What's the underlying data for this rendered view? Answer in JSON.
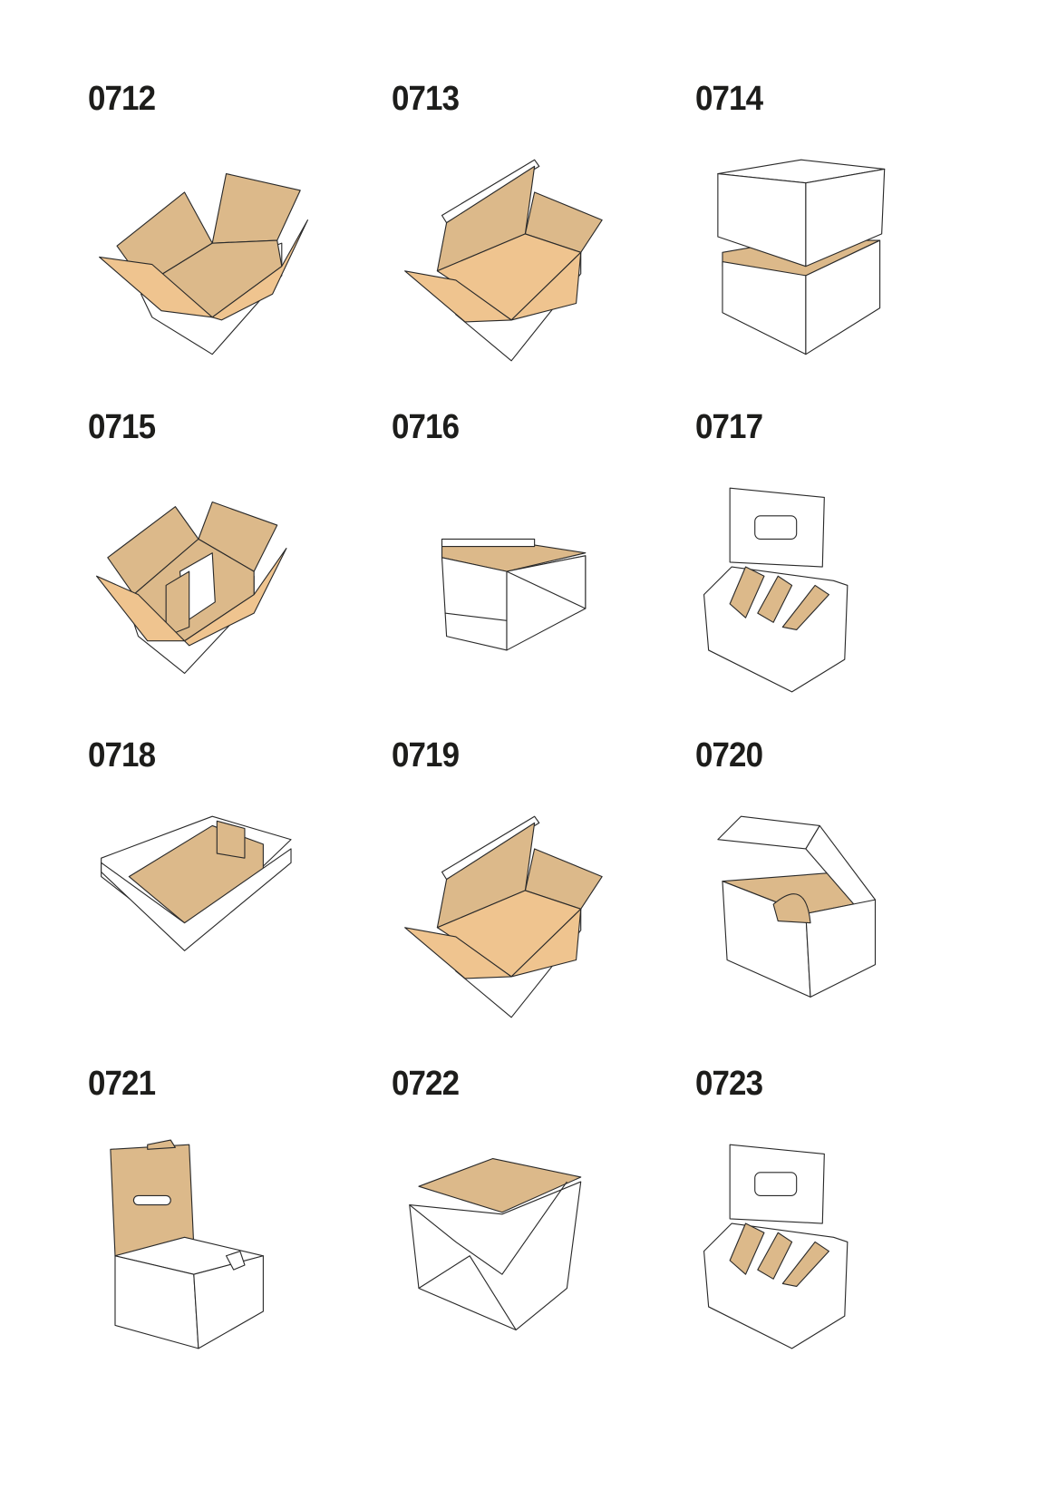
{
  "colors": {
    "kraft": "#dcb98a",
    "kraft_light": "#efc48f",
    "outline": "#2a2a2a",
    "label": "#1d1d1b"
  },
  "items": [
    {
      "code": "0712",
      "illustration": "open-flap-box-icon"
    },
    {
      "code": "0713",
      "illustration": "tuck-lid-box-icon"
    },
    {
      "code": "0714",
      "illustration": "two-piece-lid-box-icon"
    },
    {
      "code": "0715",
      "illustration": "divided-open-box-icon"
    },
    {
      "code": "0716",
      "illustration": "lid-box-closed-icon"
    },
    {
      "code": "0717",
      "illustration": "bottle-carrier-icon"
    },
    {
      "code": "0718",
      "illustration": "tray-icon"
    },
    {
      "code": "0719",
      "illustration": "tuck-lid-box-icon"
    },
    {
      "code": "0720",
      "illustration": "hinged-lid-box-icon"
    },
    {
      "code": "0721",
      "illustration": "display-box-icon"
    },
    {
      "code": "0722",
      "illustration": "octagonal-tray-icon"
    },
    {
      "code": "0723",
      "illustration": "bottle-carrier-icon"
    }
  ]
}
